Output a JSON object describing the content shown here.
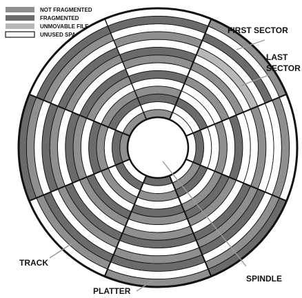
{
  "colors": {
    "not_fragmented": "#8f8f8f",
    "fragmented": "#6b6b6b",
    "unmovable_file": "#b8b8b8",
    "unused_space": "#ffffff",
    "outline": "#111111",
    "leader": "#9a9a9a",
    "background": "#ffffff"
  },
  "legend": [
    {
      "key": "not_fragmented",
      "label": "NOT FRAGMENTED"
    },
    {
      "key": "fragmented",
      "label": "FRAGMENTED"
    },
    {
      "key": "unmovable_file",
      "label": "UNMOVABLE FILE"
    },
    {
      "key": "unused_space",
      "label": "UNUSED SPACE"
    }
  ],
  "callouts": {
    "first_sector": "FIRST SECTOR",
    "last_sector_line1": "LAST",
    "last_sector_line2": "SECTOR",
    "track": "TRACK",
    "platter": "PLATTER",
    "spindle": "SPINDLE"
  },
  "disk": {
    "sector_count": 8,
    "track_count": 14,
    "sector_fill": [
      [
        "unused_space",
        "fragmented",
        "unused_space",
        "not_fragmented",
        "unused_space",
        "fragmented",
        "not_fragmented",
        "unused_space",
        "fragmented",
        "unused_space",
        "not_fragmented",
        "fragmented",
        "unused_space",
        "not_fragmented"
      ],
      [
        "not_fragmented",
        "unused_space",
        "fragmented",
        "unused_space",
        "unmovable_file",
        "unused_space",
        "not_fragmented",
        "unused_space",
        "not_fragmented",
        "unused_space",
        "unused_space",
        "fragmented",
        "unused_space",
        "unused_space"
      ],
      [
        "unused_space",
        "not_fragmented",
        "unused_space",
        "unused_space",
        "not_fragmented",
        "unused_space",
        "unused_space",
        "fragmented",
        "unused_space",
        "not_fragmented",
        "unused_space",
        "unused_space",
        "fragmented",
        "unused_space"
      ],
      [
        "fragmented",
        "not_fragmented",
        "unused_space",
        "fragmented",
        "not_fragmented",
        "fragmented",
        "unused_space",
        "not_fragmented",
        "fragmented",
        "not_fragmented",
        "unused_space",
        "fragmented",
        "not_fragmented",
        "unused_space"
      ],
      [
        "not_fragmented",
        "unused_space",
        "fragmented",
        "not_fragmented",
        "unused_space",
        "fragmented",
        "not_fragmented",
        "unused_space",
        "not_fragmented",
        "fragmented",
        "unused_space",
        "not_fragmented",
        "unused_space",
        "fragmented"
      ],
      [
        "unused_space",
        "not_fragmented",
        "fragmented",
        "unused_space",
        "not_fragmented",
        "fragmented",
        "unused_space",
        "not_fragmented",
        "fragmented",
        "unused_space",
        "not_fragmented",
        "unused_space",
        "fragmented",
        "unused_space"
      ],
      [
        "fragmented",
        "not_fragmented",
        "unused_space",
        "fragmented",
        "not_fragmented",
        "unused_space",
        "fragmented",
        "not_fragmented",
        "unused_space",
        "fragmented",
        "not_fragmented",
        "unused_space",
        "fragmented",
        "not_fragmented"
      ],
      [
        "unused_space",
        "fragmented",
        "not_fragmented",
        "unused_space",
        "fragmented",
        "not_fragmented",
        "unused_space",
        "fragmented",
        "not_fragmented",
        "unused_space",
        "not_fragmented",
        "fragmented",
        "unused_space",
        "not_fragmented"
      ]
    ]
  }
}
